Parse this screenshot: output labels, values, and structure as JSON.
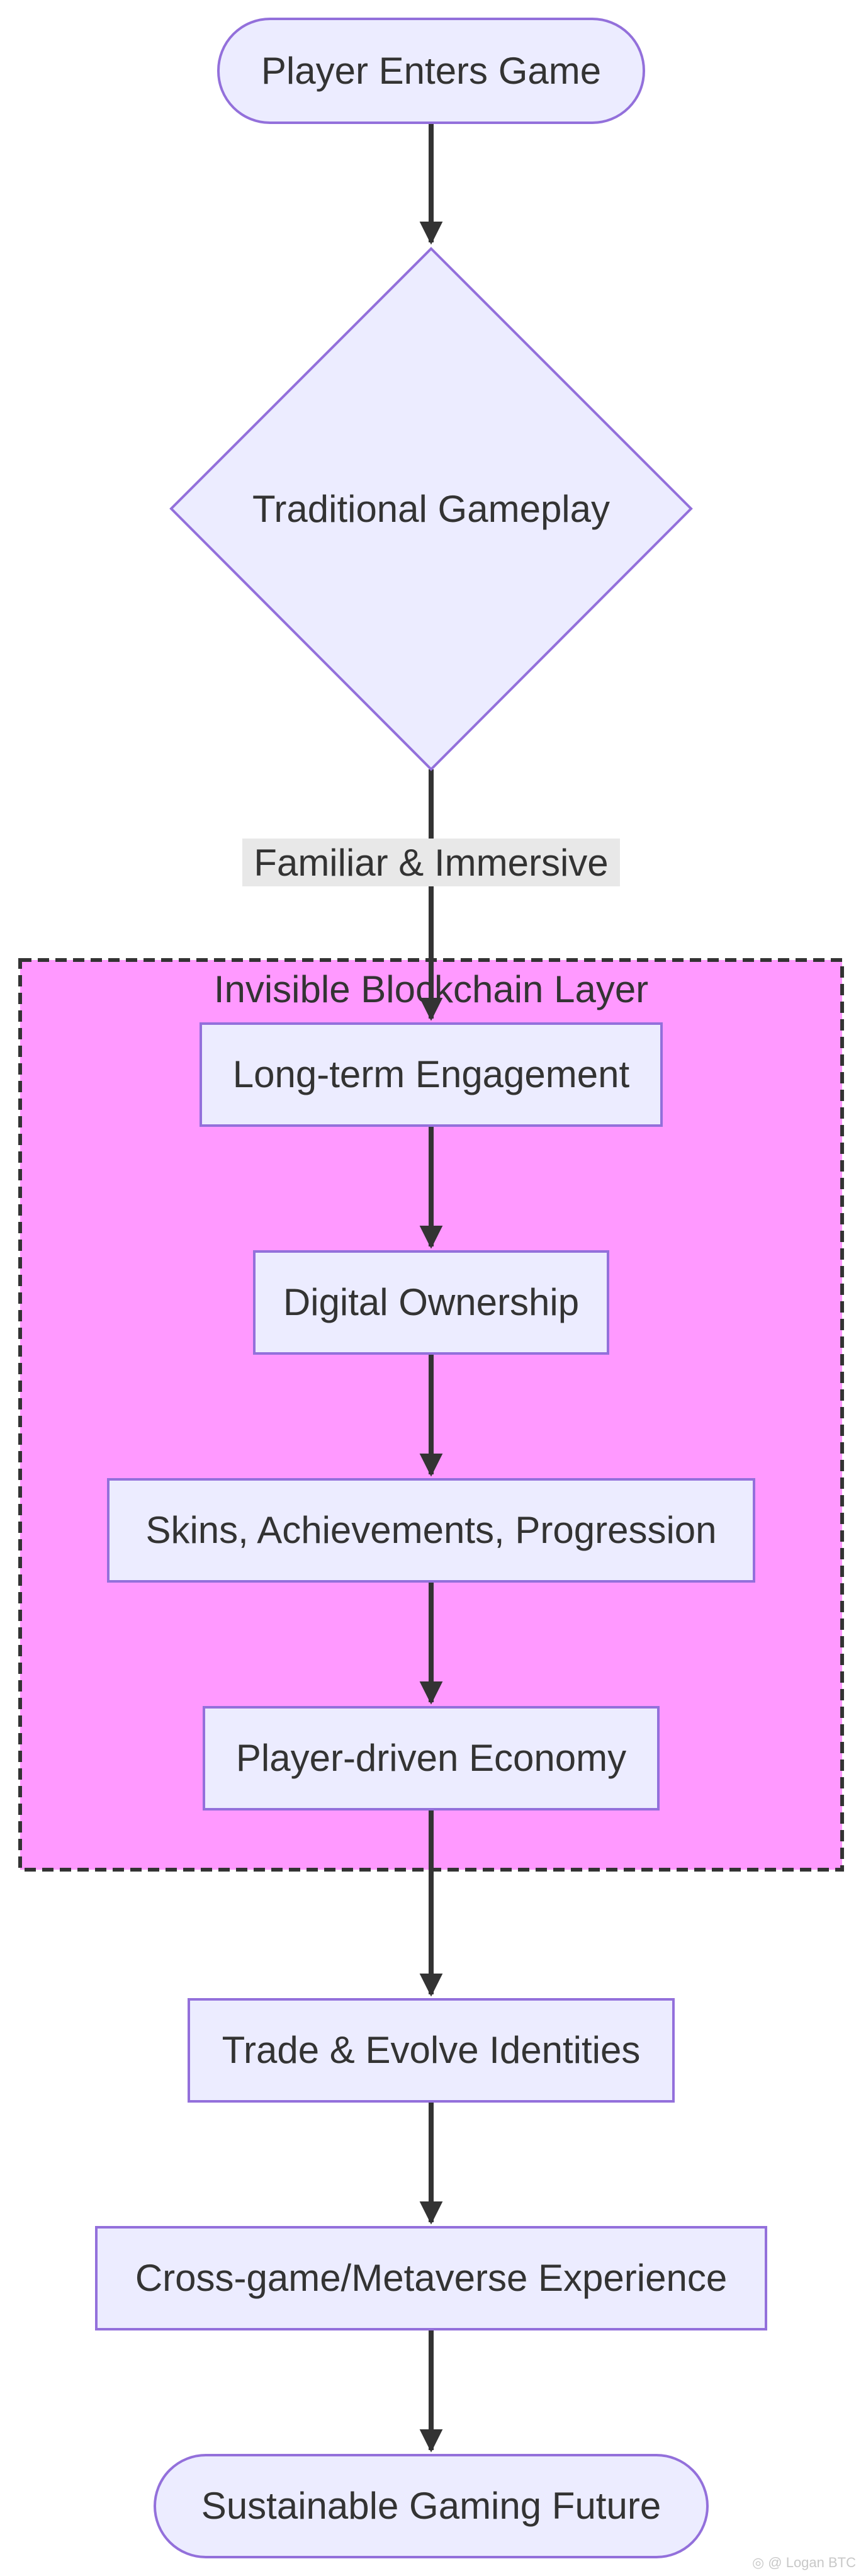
{
  "diagram": {
    "nodes": {
      "start": "Player Enters Game",
      "traditional": "Traditional Gameplay",
      "engagement": "Long-term Engagement",
      "ownership": "Digital Ownership",
      "skins": "Skins, Achievements, Progression",
      "economy": "Player-driven Economy",
      "trade": "Trade & Evolve Identities",
      "crossgame": "Cross-game/Metaverse Experience",
      "future": "Sustainable Gaming Future"
    },
    "edge_labels": {
      "traditional_to_engagement": "Familiar & Immersive"
    },
    "cluster": {
      "title": "Invisible Blockchain Layer"
    }
  },
  "colors": {
    "node_fill": "#ECECFF",
    "node_stroke": "#9370DB",
    "cluster_fill": "#FF99FF",
    "cluster_stroke": "#333333",
    "edge": "#333333",
    "edge_label_bg": "#E8E8E8"
  },
  "watermark": "◎ @ Logan BTC"
}
